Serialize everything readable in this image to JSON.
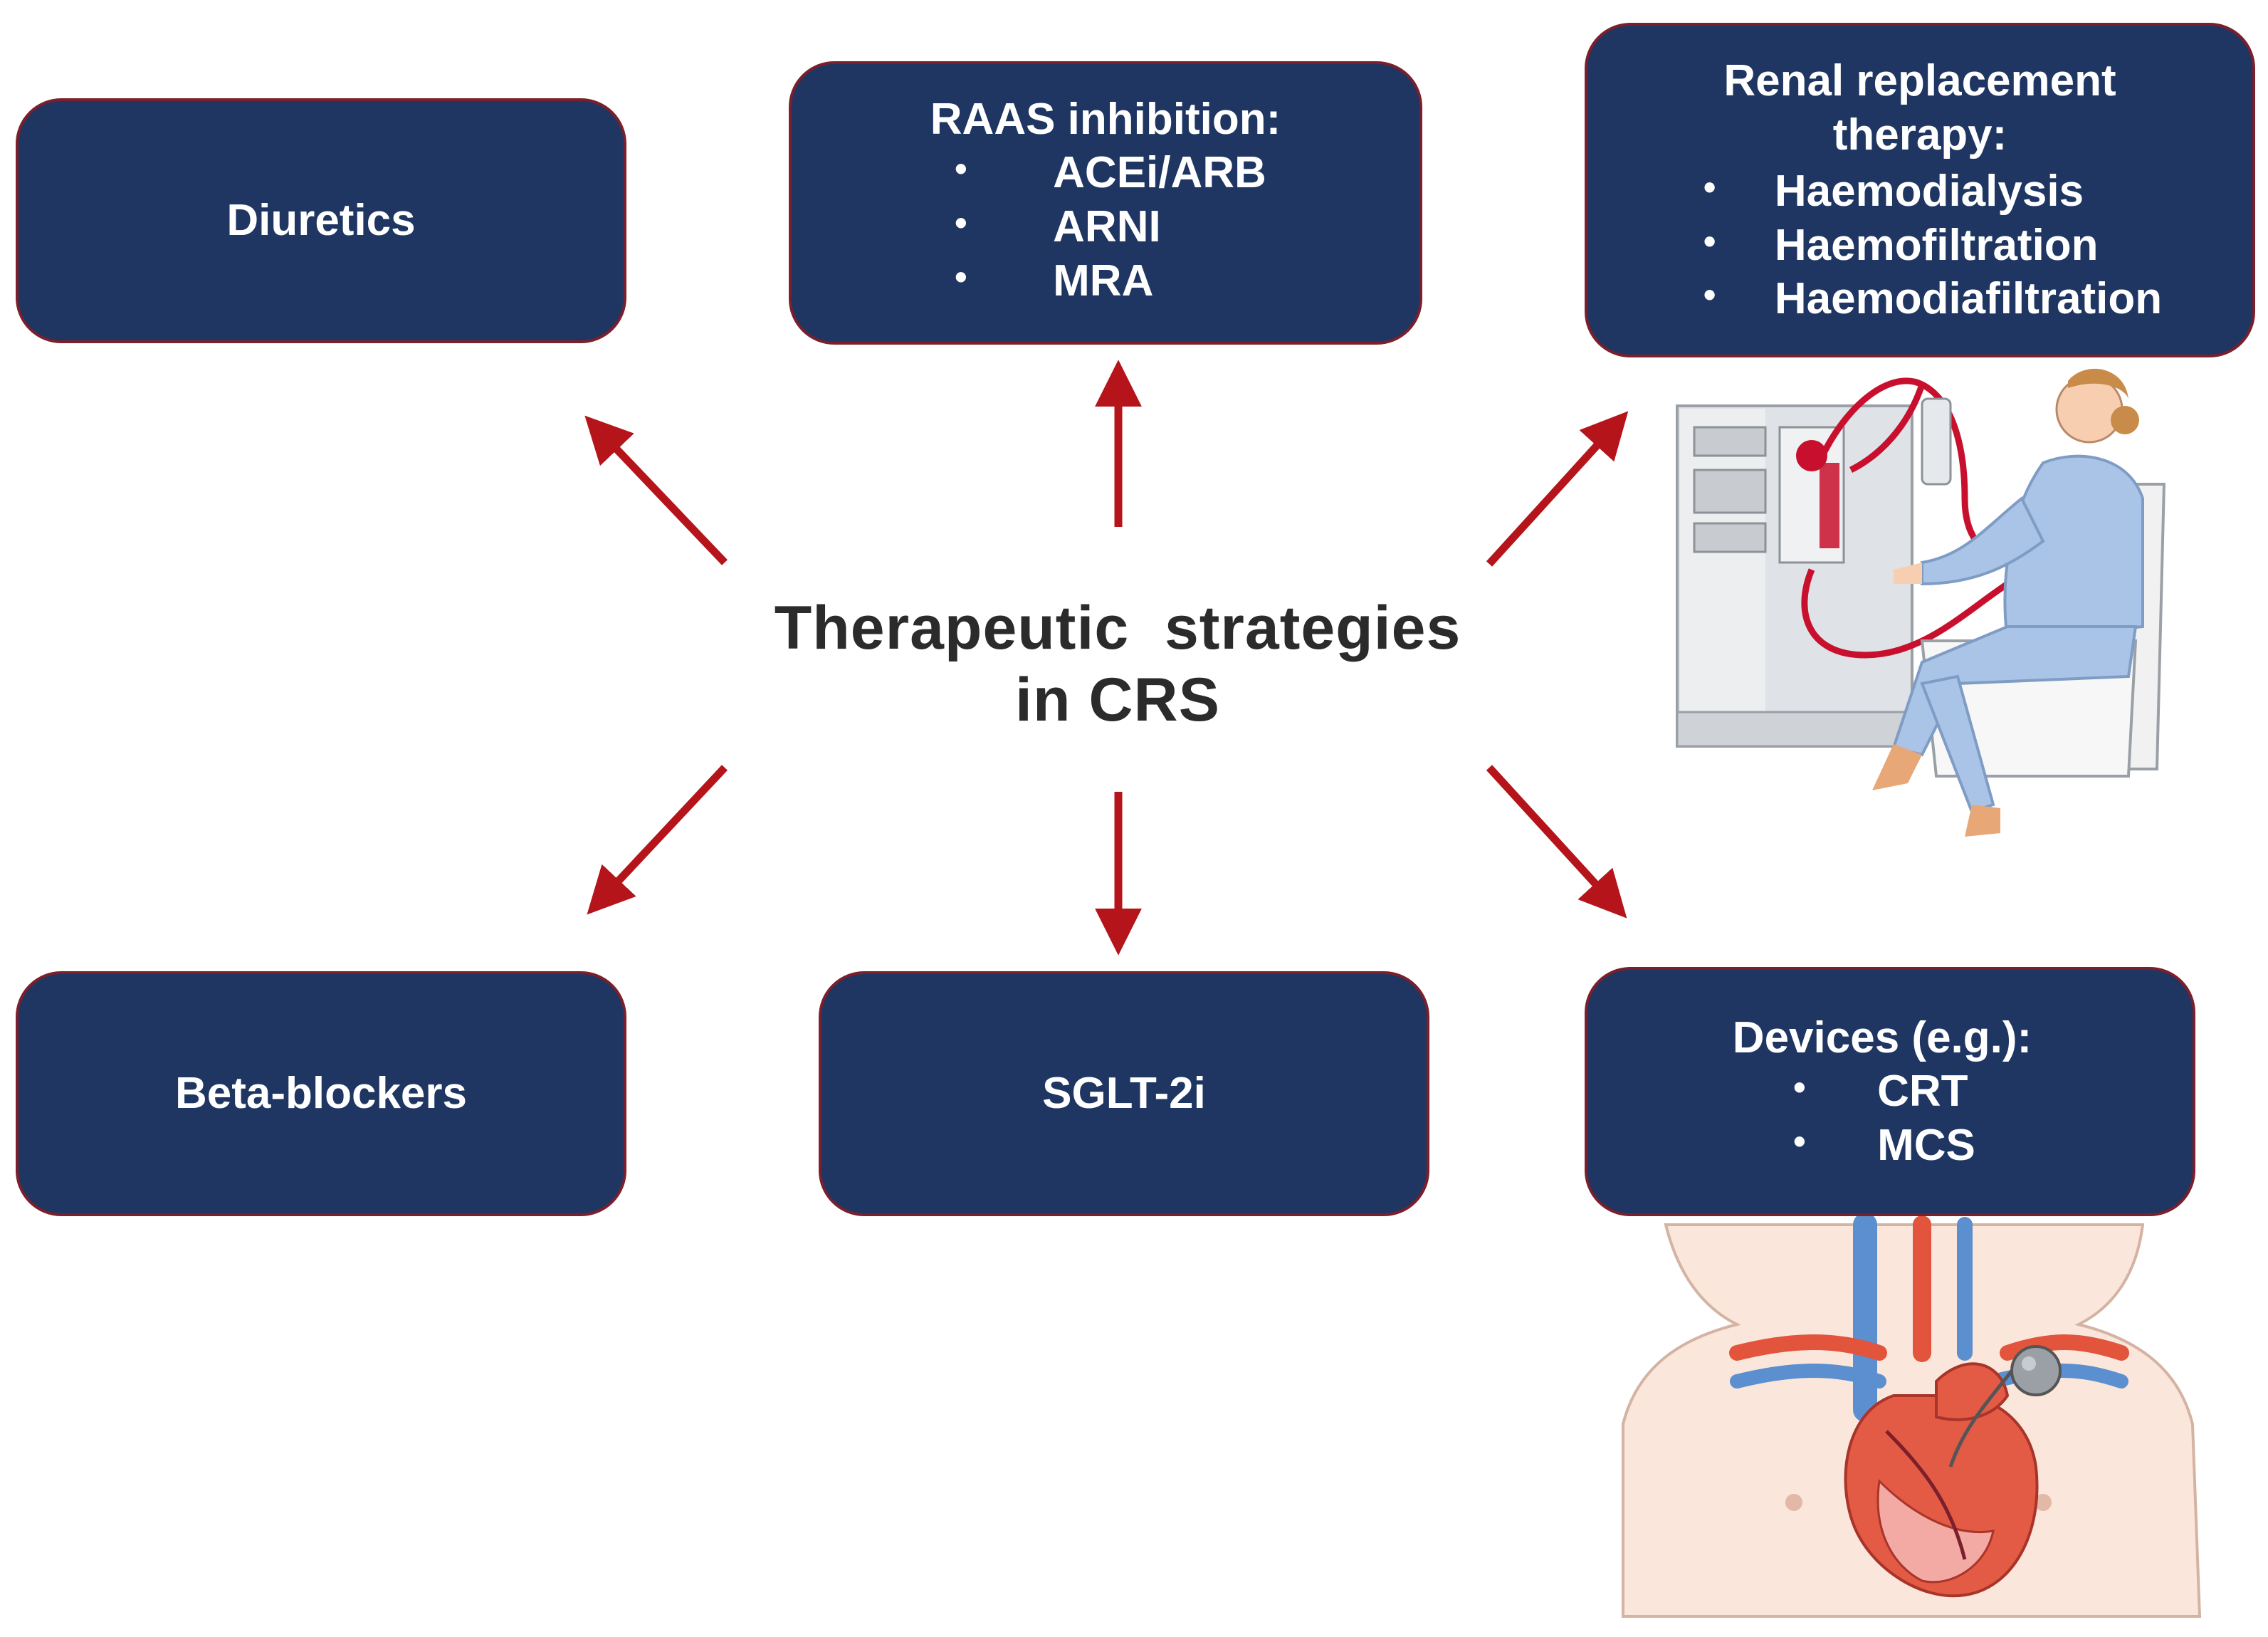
{
  "center": {
    "line1": "Therapeutic  strategies",
    "line2": "in CRS"
  },
  "boxes": {
    "diuretics": {
      "title": "Diuretics"
    },
    "raas": {
      "title": "RAAS inhibition:",
      "items": [
        "ACEi/ARB",
        "ARNI",
        "MRA"
      ]
    },
    "rrt": {
      "title_line1": "Renal replacement",
      "title_line2": "therapy:",
      "items": [
        "Haemodialysis",
        "Haemofiltration",
        "Haemodiafiltration"
      ]
    },
    "beta": {
      "title": "Beta-blockers"
    },
    "sglt": {
      "title": "SGLT-2i"
    },
    "devices": {
      "title": "Devices (e.g.):",
      "items": [
        "CRT",
        "MCS"
      ]
    }
  },
  "colors": {
    "box_fill": "#1f3662",
    "box_border": "#7a1f2b",
    "arrow": "#b5141b",
    "center_text": "#2b2b2b"
  },
  "icons": [
    "dialysis-patient-illustration",
    "heart-with-pacemaker-illustration"
  ]
}
